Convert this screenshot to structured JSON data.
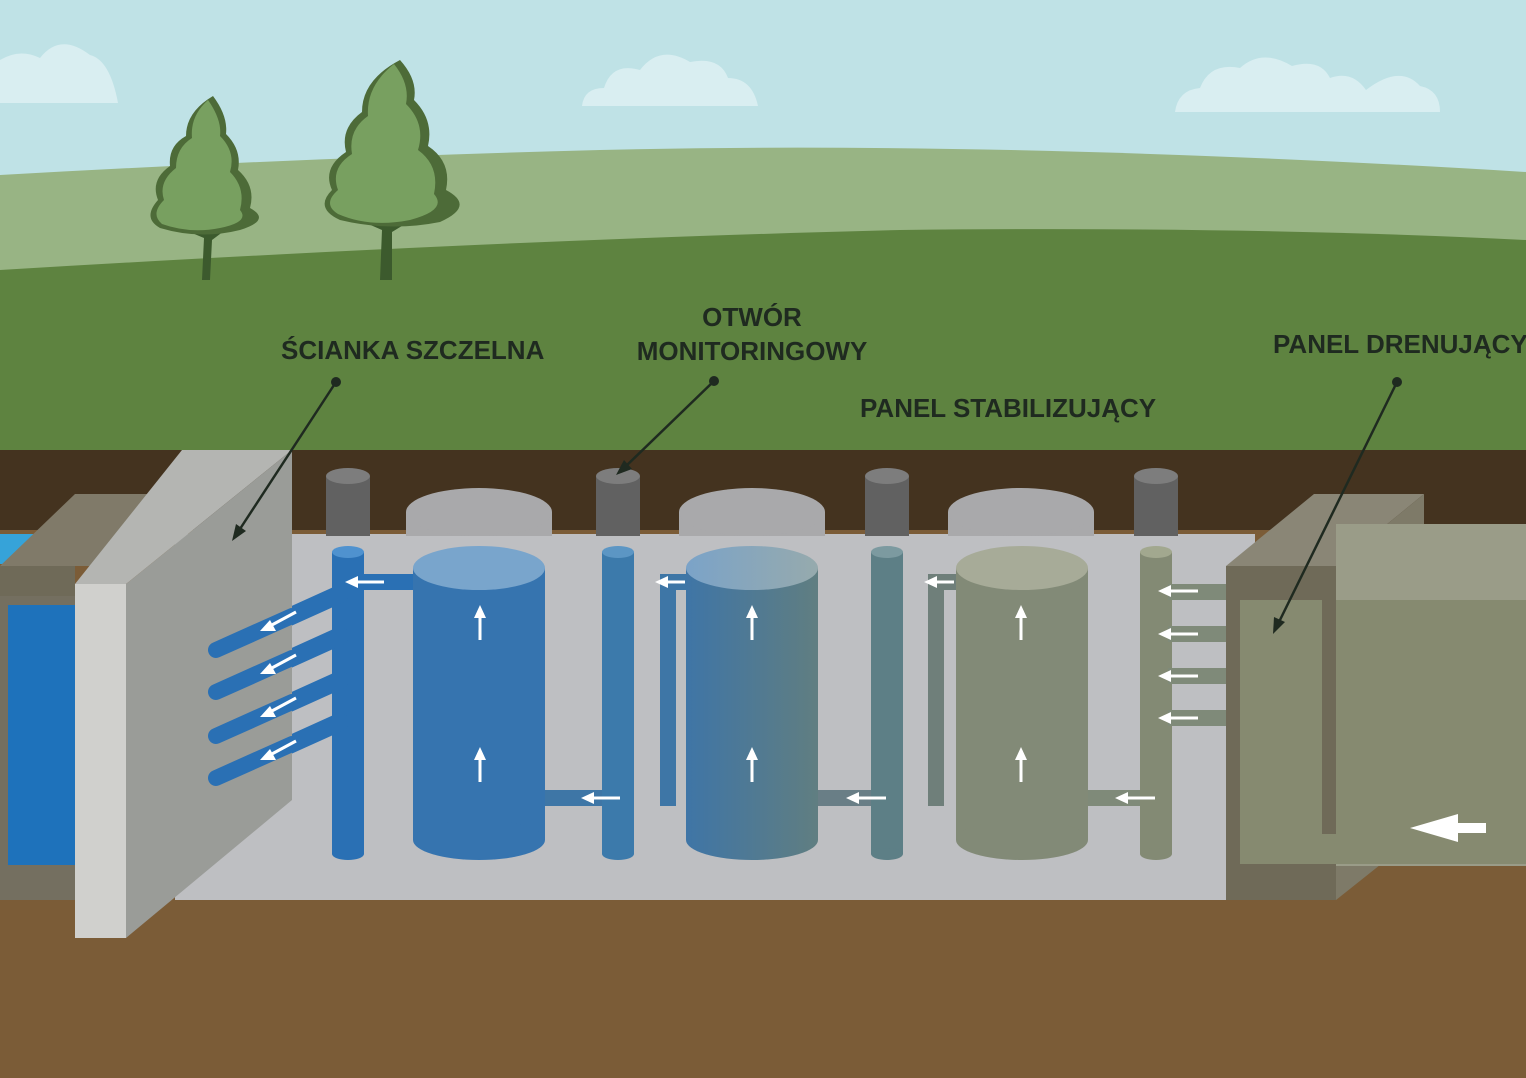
{
  "labels": {
    "cutoff_wall": "ŚCIANKA SZCZELNA",
    "monitoring_well_line1": "OTWÓR",
    "monitoring_well_line2": "MONITORINGOWY",
    "stabilization_panel": "PANEL STABILIZUJĄCY",
    "drainage_panel": "PANEL DRENUJĄCY"
  },
  "colors": {
    "sky": "#bfe2e6",
    "hill_light": "#98b484",
    "grass": "#5e8340",
    "topsoil": "#44331f",
    "ground": "#7b5c37",
    "trench": "#bebfc2",
    "water": "#1e72bb",
    "pipe_blue": "#2a70b4",
    "pipe_teal": "#5a7f8c",
    "pipe_olive": "#7f8a79",
    "well_cap": "#616161",
    "tank_cap": "#a9a9ab",
    "wall_front": "#d0d0cd",
    "wall_side": "#9a9c98",
    "drain_panel": "#84876f",
    "arrow": "#ffffff",
    "text": "#1f2a20"
  },
  "icons": [
    "tree-icon",
    "cloud-icon",
    "flow-arrow-icon",
    "leader-line-icon"
  ]
}
